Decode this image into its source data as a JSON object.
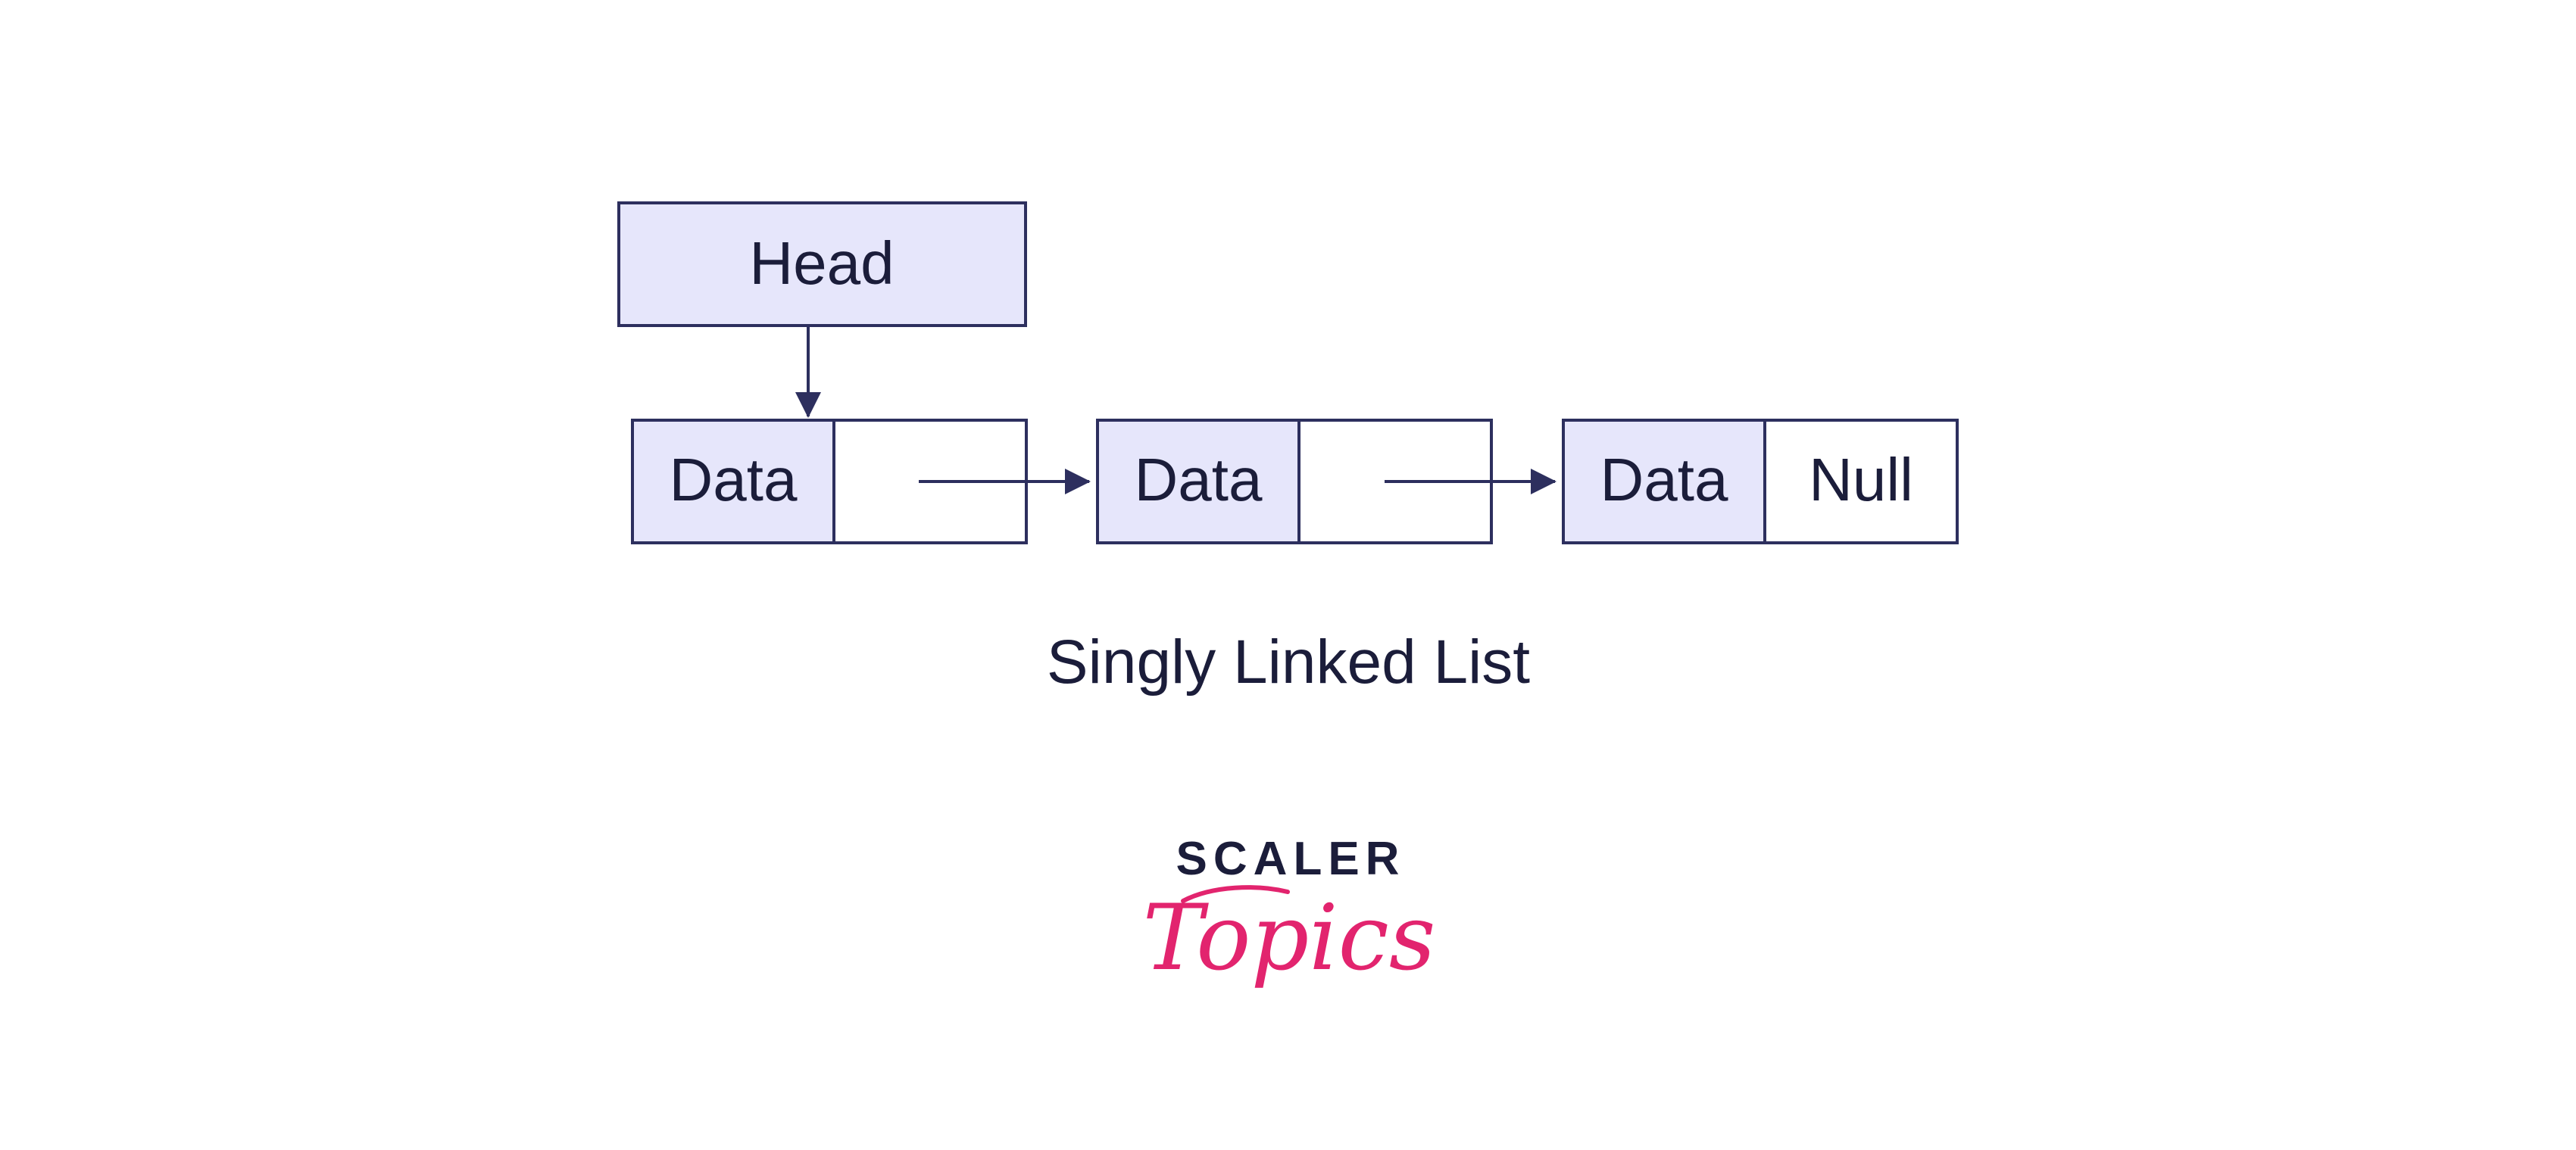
{
  "diagram": {
    "head_label": "Head",
    "nodes": [
      {
        "data_label": "Data",
        "next_label": ""
      },
      {
        "data_label": "Data",
        "next_label": ""
      },
      {
        "data_label": "Data",
        "next_label": "Null"
      }
    ],
    "caption": "Singly Linked List"
  },
  "logo": {
    "top_word": "SCALER",
    "script_word": "Topics"
  },
  "colors": {
    "node_fill": "#e6e6fb",
    "stroke": "#2d2f5e",
    "text": "#1b1d3a",
    "brand_accent": "#e2246e"
  }
}
